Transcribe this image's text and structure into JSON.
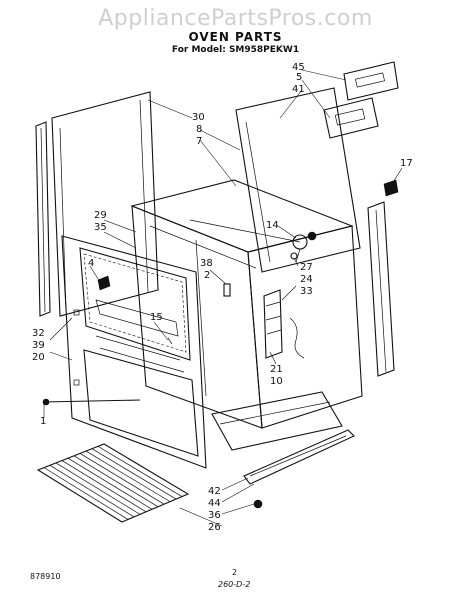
{
  "header": {
    "watermark": "AppliancePartsPros.com",
    "title": "OVEN PARTS",
    "model_line": "For Model: SM958PEKW1"
  },
  "footer": {
    "doc_code": "878910",
    "page_number": "2",
    "handwritten_ref": "260-D-2"
  },
  "callouts": [
    "45",
    "5",
    "41",
    "30",
    "8",
    "7",
    "17",
    "29",
    "35",
    "14",
    "4",
    "38",
    "2",
    "27",
    "24",
    "33",
    "15",
    "32",
    "39",
    "20",
    "21",
    "10",
    "1",
    "42",
    "44",
    "36",
    "26"
  ]
}
